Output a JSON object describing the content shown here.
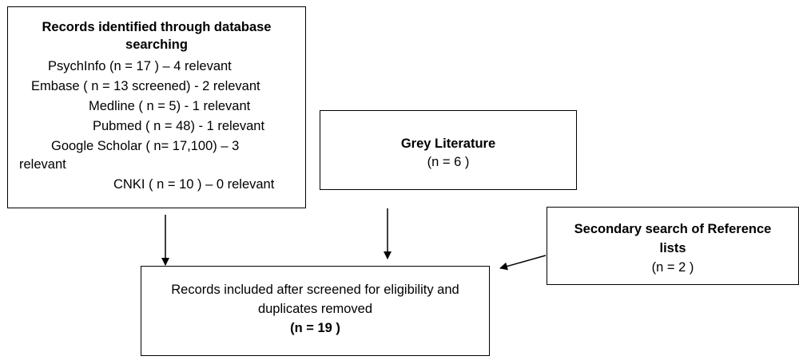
{
  "database_box": {
    "title_line1": "Records identified through database",
    "title_line2": "searching",
    "psychinfo": "PsychInfo (n =  17 ) – 4 relevant",
    "embase": "Embase ( n = 13 screened)  - 2 relevant",
    "medline": "Medline ( n = 5)  -   1 relevant",
    "pubmed": "Pubmed ( n = 48)  -  1 relevant",
    "google_scholar_line1": "Google Scholar ( n=  17,100) – 3",
    "google_scholar_line2": "relevant",
    "cnki": "CNKI  ( n = 10 ) – 0 relevant"
  },
  "grey_box": {
    "title": "Grey Literature",
    "count": "(n = 6  )"
  },
  "secondary_box": {
    "title_line1": "Secondary search of Reference",
    "title_line2": "lists",
    "count": "(n = 2  )"
  },
  "included_box": {
    "line1": "Records included after screened for eligibility and",
    "line2": "duplicates removed",
    "count": "(n = 19 )"
  }
}
